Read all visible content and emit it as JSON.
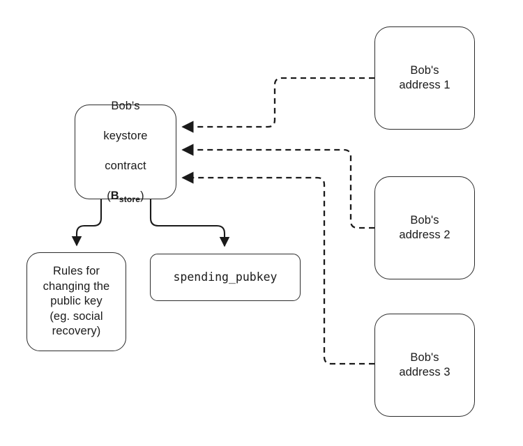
{
  "diagram": {
    "title": "Keystore contract and Bob's addresses",
    "background_color": "#ffffff",
    "stroke_color": "#2b2b2b",
    "text_color": "#1a1a1a",
    "nodes": {
      "keystore": {
        "line1": "Bob's",
        "line2": "keystore",
        "line3": "contract",
        "paren_open": "(",
        "symbol_base": "B",
        "symbol_sub": "store",
        "paren_close": ")"
      },
      "rules": {
        "label": "Rules for\nchanging the\npublic key\n(eg. social\nrecovery)"
      },
      "spending_pubkey": {
        "label": "spending_pubkey"
      },
      "address_1": {
        "label": "Bob's\naddress 1"
      },
      "address_2": {
        "label": "Bob's\naddress 2"
      },
      "address_3": {
        "label": "Bob's\naddress 3"
      }
    },
    "edges": [
      {
        "name": "address-1-to-keystore",
        "from": "address_1",
        "to": "keystore",
        "style": "dashed",
        "arrowhead": "filled-triangle"
      },
      {
        "name": "address-2-to-keystore",
        "from": "address_2",
        "to": "keystore",
        "style": "dashed",
        "arrowhead": "filled-triangle"
      },
      {
        "name": "address-3-to-keystore",
        "from": "address_3",
        "to": "keystore",
        "style": "dashed",
        "arrowhead": "filled-triangle"
      },
      {
        "name": "keystore-to-rules",
        "from": "keystore",
        "to": "rules",
        "style": "solid",
        "arrowhead": "filled-triangle"
      },
      {
        "name": "keystore-to-spending-pubkey",
        "from": "keystore",
        "to": "spending_pubkey",
        "style": "solid",
        "arrowhead": "filled-triangle"
      }
    ]
  }
}
